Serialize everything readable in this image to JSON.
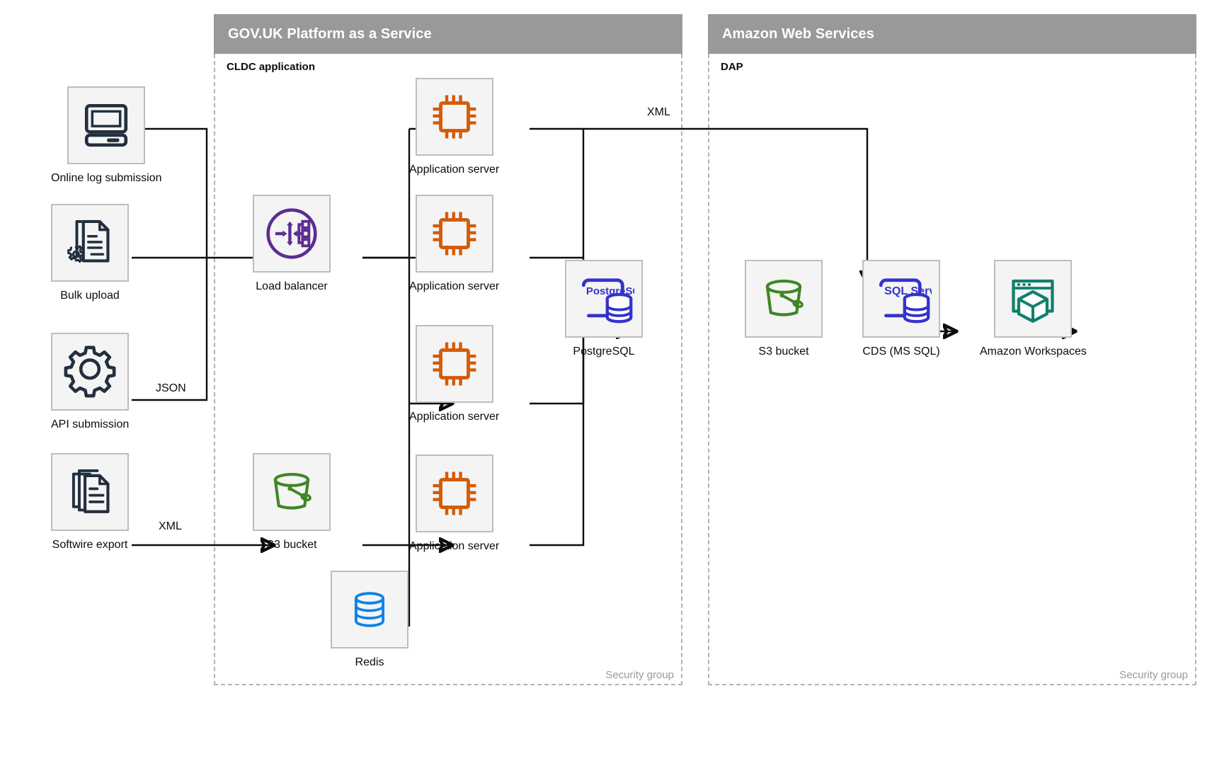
{
  "groups": [
    {
      "id": "paas",
      "title": "GOV.UK Platform as a Service",
      "sublabel": "CLDC application",
      "footer": "Security group"
    },
    {
      "id": "aws",
      "title": "Amazon Web Services",
      "sublabel": "DAP",
      "footer": "Security group"
    }
  ],
  "nodes": {
    "online_log_submission": {
      "label": "Online log submission",
      "icon": "desktop-computer-icon",
      "color": "#232f3e"
    },
    "bulk_upload": {
      "label": "Bulk upload",
      "icon": "document-gear-icon",
      "color": "#232f3e"
    },
    "api_submission": {
      "label": "API submission",
      "icon": "gear-icon",
      "color": "#232f3e"
    },
    "softwire_export": {
      "label": "Softwire export",
      "icon": "document-stack-icon",
      "color": "#232f3e"
    },
    "load_balancer": {
      "label": "Load balancer",
      "icon": "load-balancer-icon",
      "color": "#5c2d91"
    },
    "app_server_1": {
      "label": "Application server",
      "icon": "cpu-chip-icon",
      "color": "#d45b07"
    },
    "app_server_2": {
      "label": "Application server",
      "icon": "cpu-chip-icon",
      "color": "#d45b07"
    },
    "app_server_3": {
      "label": "Application server",
      "icon": "cpu-chip-icon",
      "color": "#d45b07"
    },
    "app_server_4": {
      "label": "Application server",
      "icon": "cpu-chip-icon",
      "color": "#d45b07"
    },
    "postgresql": {
      "label": "PostgreSQL",
      "icon": "postgresql-database-icon",
      "color": "#3333cc",
      "badge": "PostgreSQL"
    },
    "s3_paas": {
      "label": "S3 bucket",
      "icon": "s3-bucket-icon",
      "color": "#3f8624"
    },
    "redis": {
      "label": "Redis",
      "icon": "redis-database-icon",
      "color": "#0f82e8"
    },
    "s3_aws": {
      "label": "S3 bucket",
      "icon": "s3-bucket-icon",
      "color": "#3f8624"
    },
    "cds_mssql": {
      "label": "CDS (MS SQL)",
      "icon": "sql-server-database-icon",
      "color": "#3333cc",
      "badge": "SQL Server"
    },
    "amazon_workspaces": {
      "label": "Amazon Workspaces",
      "icon": "amazon-workspaces-icon",
      "color": "#107f6e"
    }
  },
  "edge_labels": {
    "json": "JSON",
    "xml_softwire": "XML",
    "xml_to_aws": "XML"
  },
  "colors": {
    "group_header_bg": "#999999",
    "group_border": "#b3b3b3",
    "node_box_bg": "#f4f4f4",
    "node_box_border": "#bdbdbd",
    "line": "#0b0c0c",
    "text": "#0b0c0c",
    "muted_text": "#9a9a9a"
  }
}
